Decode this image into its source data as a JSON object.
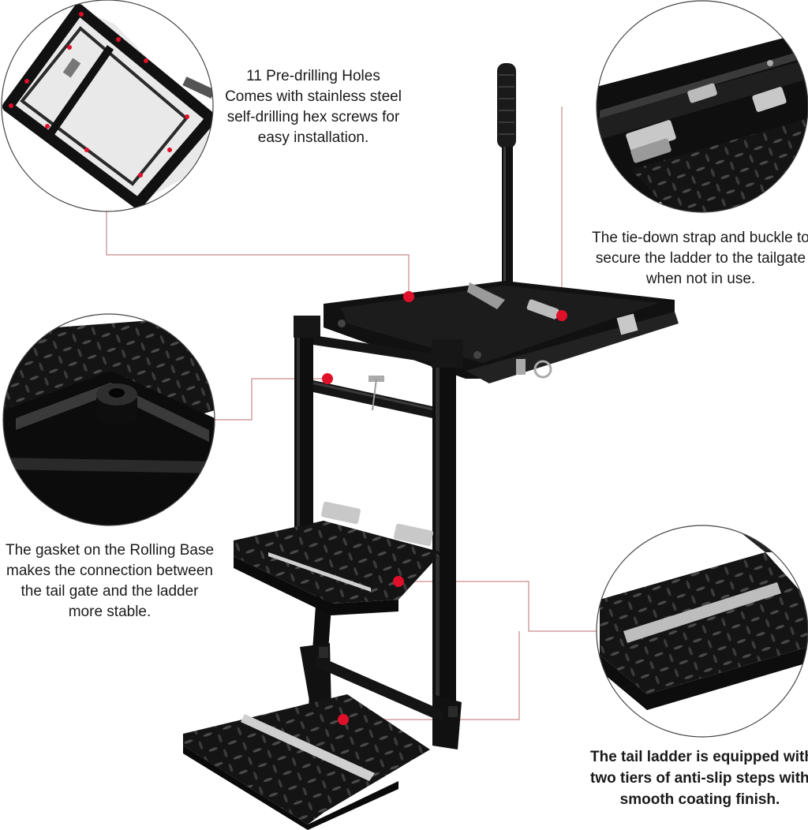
{
  "captions": {
    "holes": [
      "11 Pre-drilling Holes",
      "Comes with stainless steel",
      "self-drilling hex screws for",
      "easy installation."
    ],
    "strap": [
      "The tie-down strap and buckle to",
      "secure the ladder to the tailgate",
      "when not in use."
    ],
    "gasket": [
      "The gasket on the Rolling Base",
      "makes the connection between",
      "the tail gate and the ladder",
      "more stable."
    ],
    "steps": [
      "The tail ladder is equipped with",
      "two tiers of anti-slip steps with a",
      "smooth coating finish."
    ]
  },
  "colors": {
    "marker": "#e0102a",
    "callout_line": "#c98a8a",
    "metal": "#111111",
    "metal_highlight": "#3a3a3a",
    "chrome": "#c8c8c8",
    "text": "#1a1a1a"
  }
}
